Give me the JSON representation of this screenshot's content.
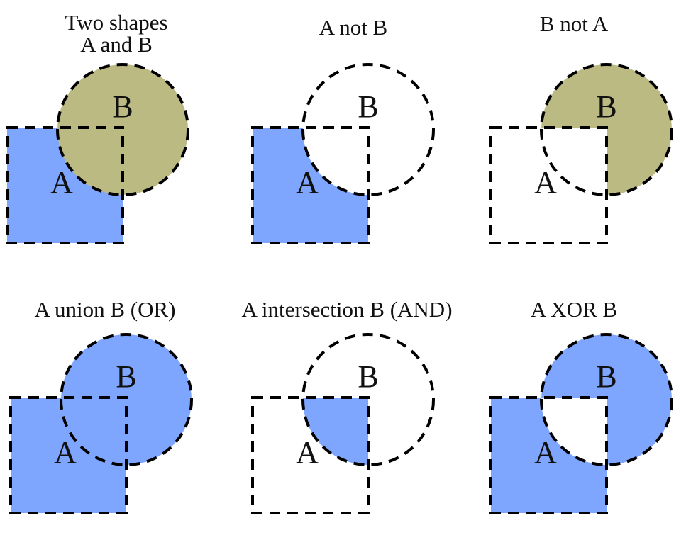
{
  "colors": {
    "blue": "#7fa6ff",
    "olive": "#bcba83",
    "outline": "#000000",
    "background": "#ffffff"
  },
  "shape_labels": {
    "a": "A",
    "b": "B"
  },
  "panels": [
    {
      "caption_lines": [
        "Two shapes",
        "A and B"
      ],
      "operation": "both"
    },
    {
      "caption_lines": [
        "A not B"
      ],
      "operation": "a-not-b"
    },
    {
      "caption_lines": [
        "B not A"
      ],
      "operation": "b-not-a"
    },
    {
      "caption_lines": [
        "A union B (OR)"
      ],
      "operation": "union"
    },
    {
      "caption_lines": [
        "A intersection B (AND)"
      ],
      "operation": "intersection"
    },
    {
      "caption_lines": [
        "A XOR B"
      ],
      "operation": "xor"
    }
  ]
}
